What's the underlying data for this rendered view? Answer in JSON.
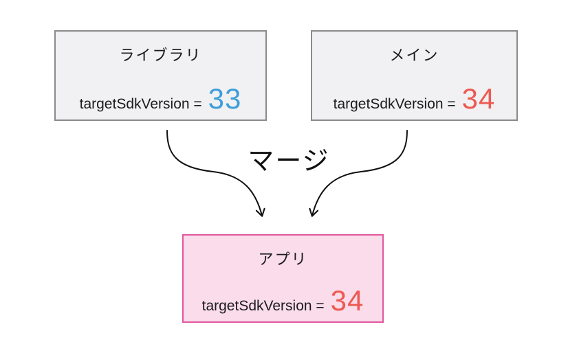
{
  "diagram": {
    "merge_label": "マージ",
    "boxes": {
      "library": {
        "title": "ライブラリ",
        "sdk_label": "targetSdkVersion =",
        "sdk_value": "33",
        "value_color": "#3d9ed8",
        "background": "#f1f1f3",
        "border_color": "#8a8a8a"
      },
      "main": {
        "title": "メイン",
        "sdk_label": "targetSdkVersion =",
        "sdk_value": "34",
        "value_color": "#ed5a52",
        "background": "#f1f1f3",
        "border_color": "#8a8a8a"
      },
      "app": {
        "title": "アプリ",
        "sdk_label": "targetSdkVersion =",
        "sdk_value": "34",
        "value_color": "#ed5a52",
        "background": "#fbdcea",
        "border_color": "#e0589e"
      }
    },
    "arrows": {
      "count": 2,
      "style": "curved, black stroke, open chevron arrowheads",
      "from": [
        "library",
        "main"
      ],
      "to": "app"
    }
  }
}
